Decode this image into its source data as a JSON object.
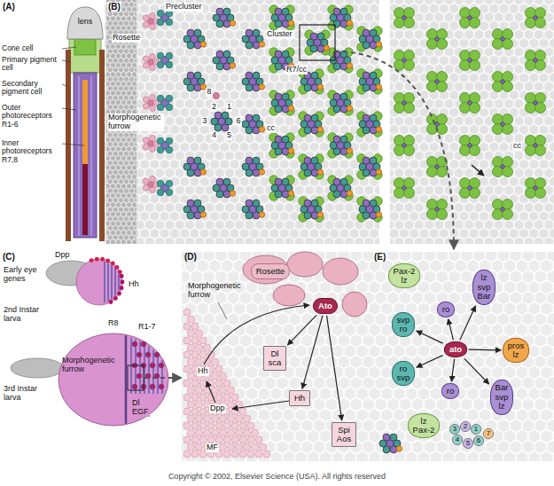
{
  "diagram": {
    "nodes": [
      {
        "text": [
          "Rosette"
        ]
      },
      {
        "text": [
          "Ato"
        ]
      },
      {
        "text": [
          "Dl sca"
        ]
      },
      {
        "text": [
          "Hh"
        ]
      },
      {
        "text": [
          "Spi Aos"
        ]
      },
      {
        "text": [
          "Pax-2",
          "lz"
        ]
      },
      {
        "text": [
          "lz svp Bar"
        ]
      },
      {
        "text": [
          "svp ro"
        ]
      },
      {
        "text": [
          "ro"
        ]
      },
      {
        "text": [
          "ato"
        ]
      },
      {
        "text": [
          "pros lz"
        ]
      },
      {
        "text": [
          "ro svp"
        ]
      },
      {
        "text": [
          "ro"
        ]
      },
      {
        "text": [
          "Bar svp lz"
        ]
      },
      {
        "text": [
          "lz",
          "Pax-2"
        ]
      }
    ],
    "edges": [
      {
        "from": 1,
        "to": 2,
        "arrow": "to"
      },
      {
        "from": 1,
        "to": 3,
        "arrow": "to"
      },
      {
        "from": 1,
        "to": 4,
        "arrow": "to"
      },
      {
        "from": 9,
        "to": 8,
        "arrow": "to"
      },
      {
        "from": 9,
        "to": 6,
        "arrow": "to"
      },
      {
        "from": 9,
        "to": 7,
        "arrow": "to"
      },
      {
        "from": 9,
        "to": 10,
        "arrow": "to"
      },
      {
        "from": 9,
        "to": 11,
        "arrow": "to"
      },
      {
        "from": 9,
        "to": 12,
        "arrow": "to"
      },
      {
        "from": 9,
        "to": 13,
        "arrow": "to"
      }
    ],
    "labels": [
      "(A)",
      "lens",
      "Cone cell",
      "Primary pigment cell",
      "Secondary pigment cell",
      "Outer photoreceptors R1-6",
      "Inner photoreceptors R7,8",
      "(B)",
      "Precluster",
      "Rosette",
      "Cluster",
      "R7/cc",
      "Morphogenetic furrow",
      "8",
      "2",
      "1",
      "3",
      "4",
      "5",
      "6",
      "cc",
      "cc",
      "(C)",
      "Dpp",
      "Hh",
      "Early eye genes",
      "2nd Instar larva",
      "R8",
      "R1-7",
      "Morphogenetic furrow",
      "3rd Instar larva",
      "Dl EGF",
      "(D)",
      "Morphogenetic furrow",
      "Hh",
      "Dpp",
      "MF",
      "(E)",
      "3",
      "2",
      "1",
      "4",
      "5",
      "6",
      "7",
      "Copyright © 2002, Elsevier Science (USA). All rights reserved"
    ]
  }
}
